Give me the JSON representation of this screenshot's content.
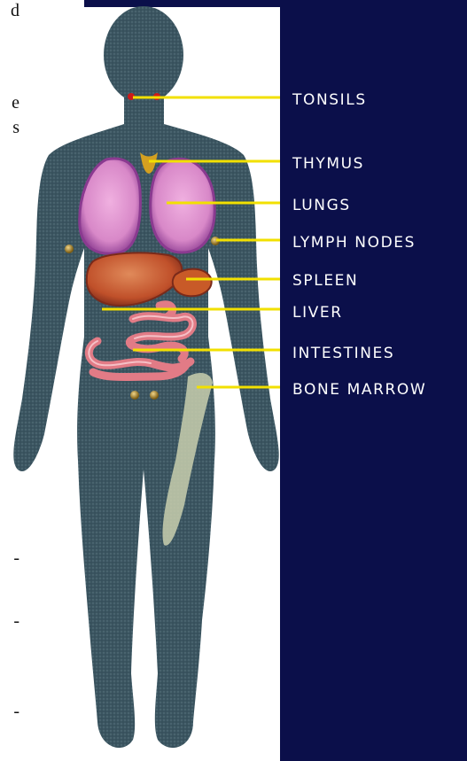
{
  "colors": {
    "panel": "#0b0f4a",
    "body": "#3b5560",
    "leader": "#f2e000",
    "label_text": "#ffffff",
    "lung": "#d888c8",
    "lung_edge": "#8a3a90",
    "organ_red": "#c0502a",
    "intestine": "#e27b86",
    "bone": "#c9cfae",
    "node": "#b58a2a",
    "tonsil": "#cc1a1a",
    "thymus": "#d4a020"
  },
  "left_margin_fragments": [
    "d",
    "e",
    "s",
    "-",
    "-",
    "-"
  ],
  "labels": [
    {
      "id": "tonsils",
      "text": "TONSILS"
    },
    {
      "id": "thymus",
      "text": "THYMUS"
    },
    {
      "id": "lungs",
      "text": "LUNGS"
    },
    {
      "id": "lymph-nodes",
      "text": "LYMPH NODES"
    },
    {
      "id": "spleen",
      "text": "SPLEEN"
    },
    {
      "id": "liver",
      "text": "LIVER"
    },
    {
      "id": "intestines",
      "text": "INTESTINES"
    },
    {
      "id": "bone-marrow",
      "text": "BONE MARROW"
    }
  ]
}
